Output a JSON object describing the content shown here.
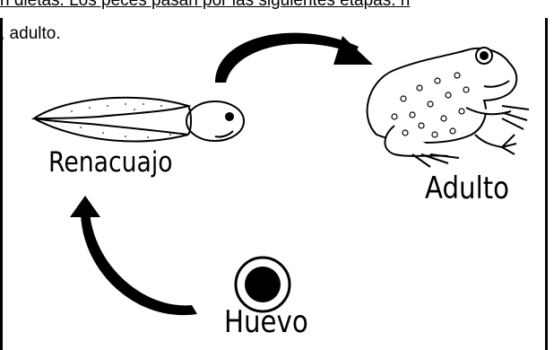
{
  "text": {
    "header_line": "n dietas. Los peces pasan por las siguientes etapas: h",
    "continuation": ", adulto."
  },
  "stages": {
    "tadpole_label": "Renacuajo",
    "adult_label": "Adulto",
    "egg_label": "Huevo"
  },
  "colors": {
    "ink": "#000000",
    "background": "#ffffff"
  }
}
